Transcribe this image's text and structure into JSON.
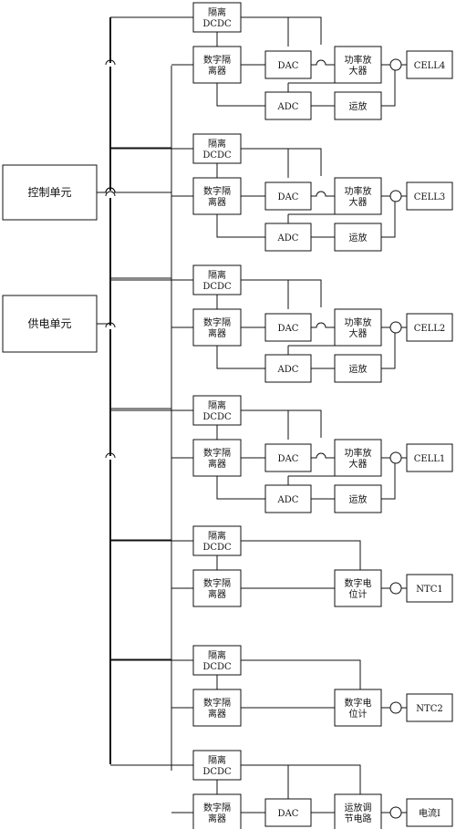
{
  "blocks": {
    "control_unit": "控制单元",
    "power_unit": "供电单元",
    "isolated_dcdc": [
      "隔离",
      "DCDC"
    ],
    "digital_isolator": [
      "数字隔",
      "离器"
    ],
    "dac": "DAC",
    "adc": "ADC",
    "power_amplifier": [
      "功率放",
      "大器"
    ],
    "op_amp": "运放",
    "digital_potentiometer": [
      "数字电",
      "位计"
    ],
    "op_amp_regulator": [
      "运放调",
      "节电路"
    ]
  },
  "channels": [
    {
      "type": "cell",
      "output": "CELL4"
    },
    {
      "type": "cell",
      "output": "CELL3"
    },
    {
      "type": "cell",
      "output": "CELL2"
    },
    {
      "type": "cell",
      "output": "CELL1"
    },
    {
      "type": "ntc",
      "output": "NTC1"
    },
    {
      "type": "ntc",
      "output": "NTC2"
    },
    {
      "type": "current",
      "output": "电流I"
    }
  ]
}
